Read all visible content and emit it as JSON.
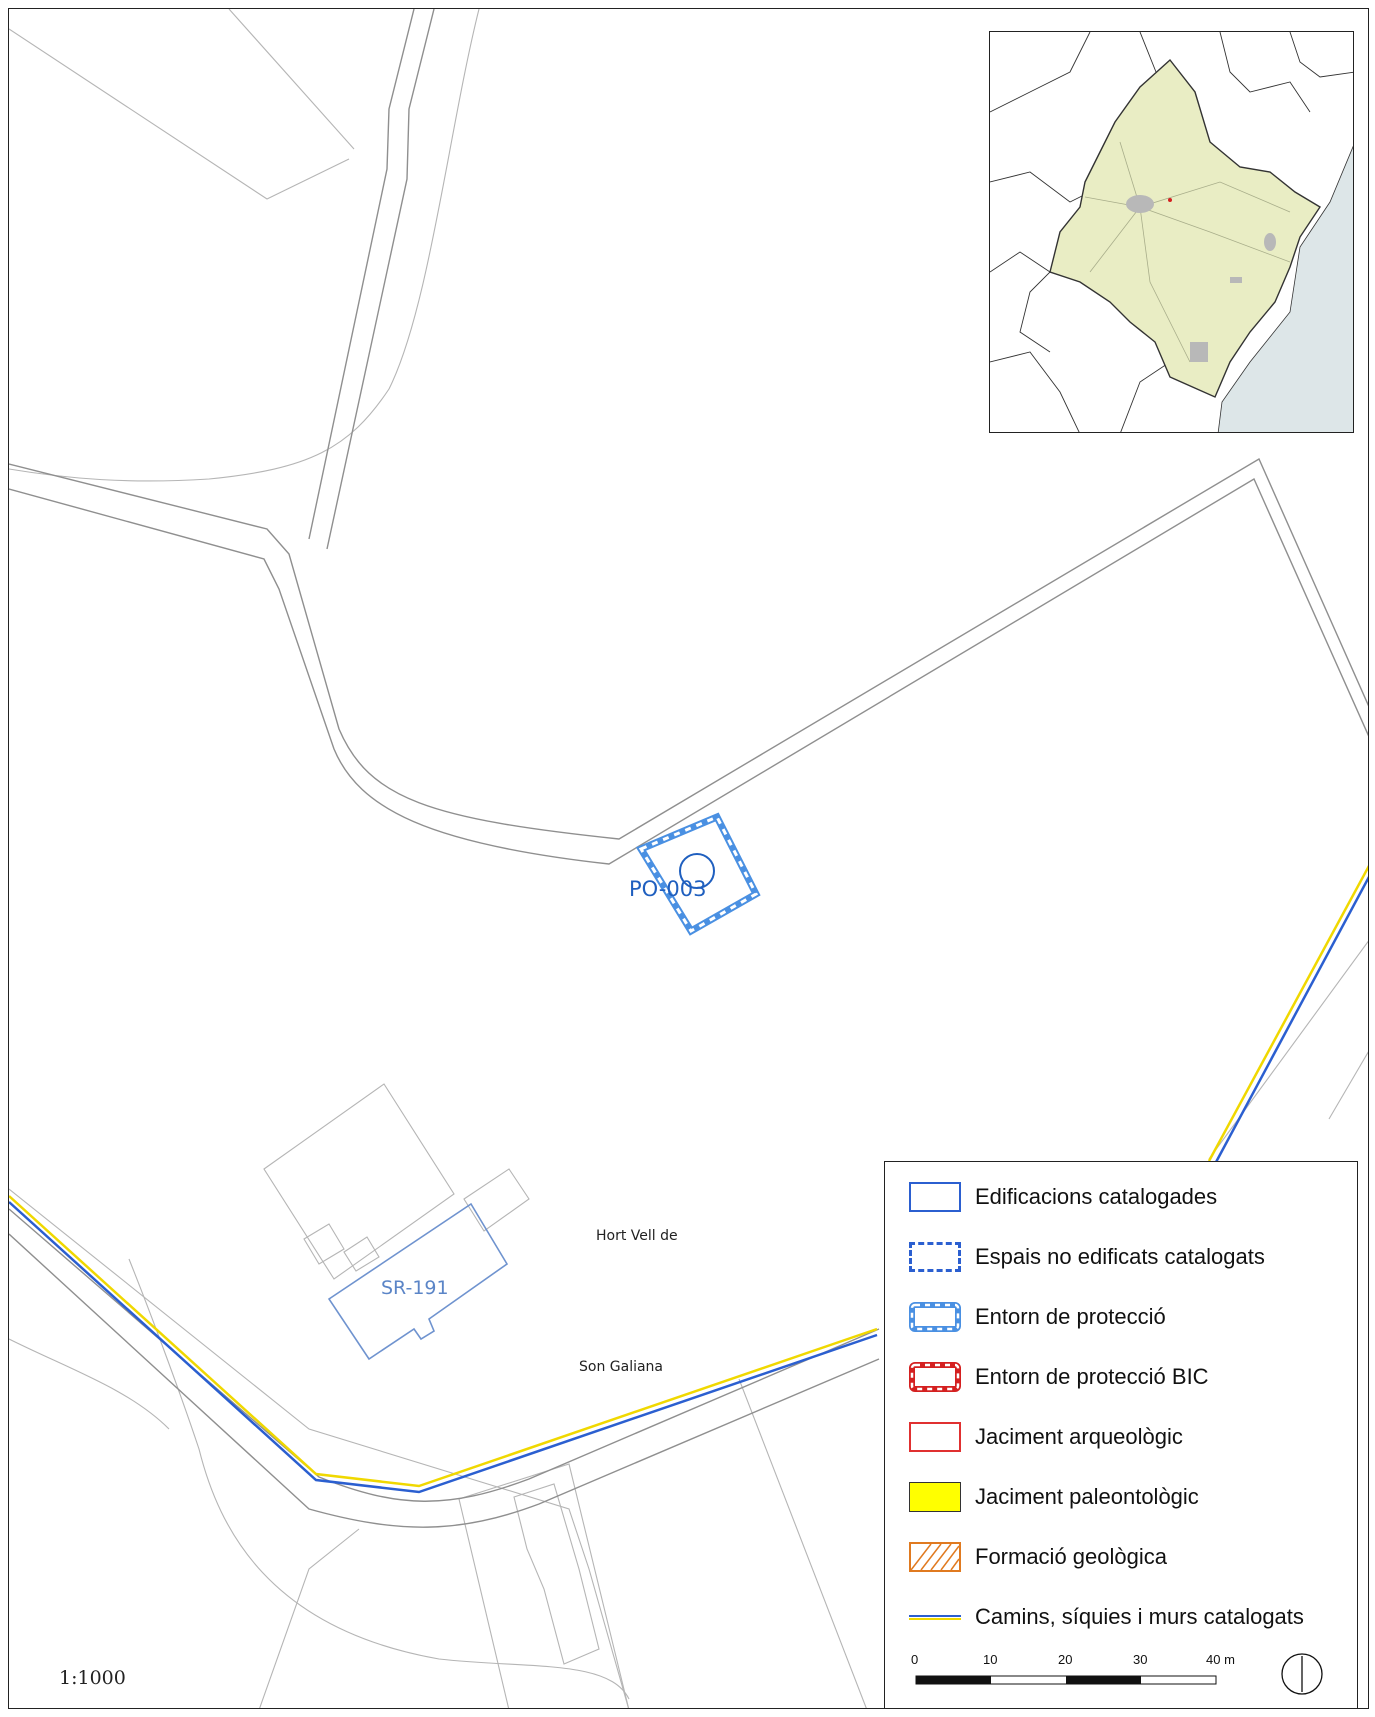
{
  "map": {
    "scale_label": "1:1000",
    "features": {
      "po003_label": "PO-003",
      "sr191_label": "SR-191",
      "toponym_1": "Hort Vell de",
      "toponym_2": "Son Galiana"
    },
    "colors": {
      "parcel_line": "#9a9a9a",
      "road_line": "#8c8c8c",
      "catalog_blue": "#2b5fd0",
      "protection_blue": "#4a90e2",
      "building_blue": "#6f93cf",
      "path_yellow": "#f0d800",
      "bic_red": "#d42020",
      "arch_red": "#e03030",
      "paleo_yellow": "#ffff00",
      "geo_orange": "#e07a20",
      "inset_municipality": "#e9edc4",
      "inset_sea": "#dde6e8",
      "inset_urban": "#b8b8b8"
    }
  },
  "legend": {
    "items": [
      {
        "label": "Edificacions catalogades",
        "symbol": "solid-blue-rect-icon"
      },
      {
        "label": "Espais no edificats catalogats",
        "symbol": "dashed-blue-rect-icon"
      },
      {
        "label": "Entorn de protecció",
        "symbol": "blue-white-hatched-rect-icon"
      },
      {
        "label": "Entorn de protecció BIC",
        "symbol": "red-white-hatched-rect-icon"
      },
      {
        "label": "Jaciment arqueològic",
        "symbol": "red-outline-rect-icon"
      },
      {
        "label": "Jaciment paleontològic",
        "symbol": "yellow-filled-rect-icon"
      },
      {
        "label": "Formació geològica",
        "symbol": "orange-hatch-rect-icon"
      },
      {
        "label": "Camins, síquies i murs catalogats",
        "symbol": "blue-yellow-line-icon"
      }
    ],
    "scalebar": {
      "ticks": [
        "0",
        "10",
        "20",
        "30",
        "40 m"
      ]
    }
  }
}
